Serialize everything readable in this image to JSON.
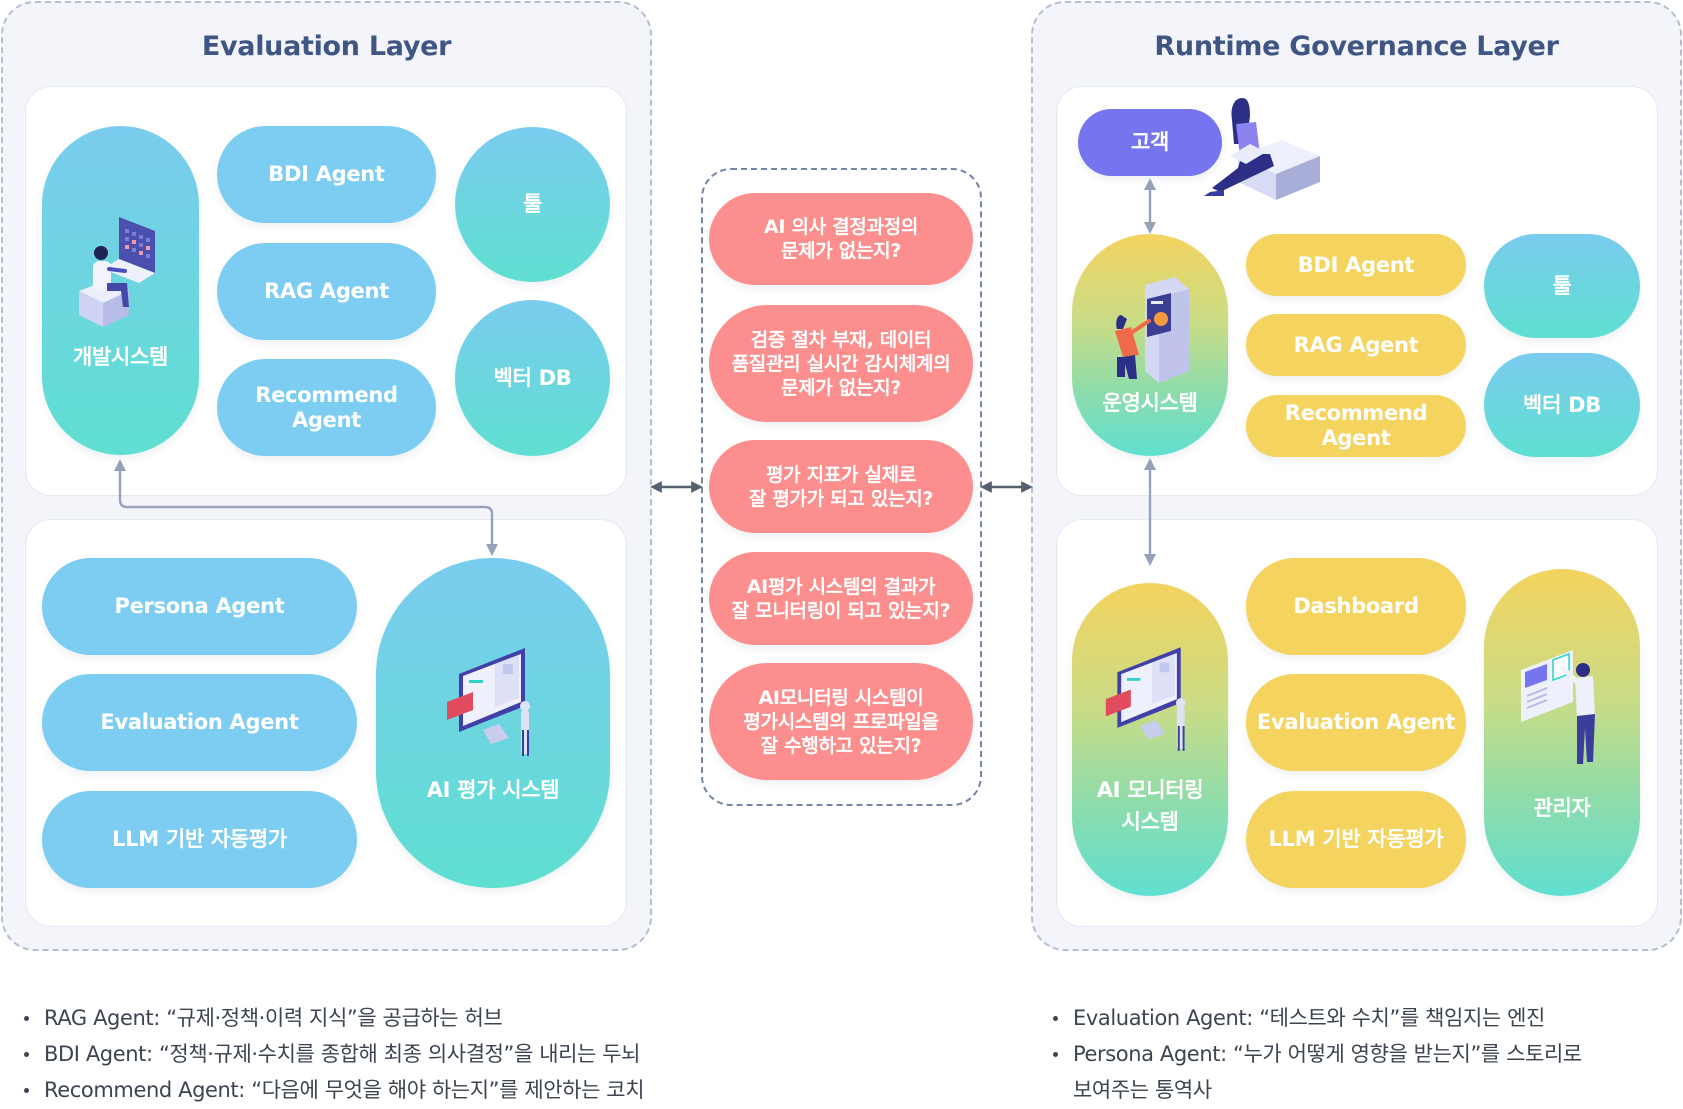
{
  "evaluation_layer": {
    "title": "Evaluation Layer",
    "top_card": {
      "system": {
        "label": "개발시스템",
        "illustration": "developer-at-laptop-illustration"
      },
      "agents": [
        {
          "label": "BDI Agent"
        },
        {
          "label": "RAG Agent"
        },
        {
          "label": "Recommend Agent",
          "lines": [
            "Recommend",
            "Agent"
          ]
        }
      ],
      "resources": [
        {
          "label": "툴"
        },
        {
          "label": "벡터 DB"
        }
      ]
    },
    "bottom_card": {
      "items": [
        {
          "label": "Persona Agent"
        },
        {
          "label": "Evaluation Agent"
        },
        {
          "label": "LLM 기반 자동평가"
        }
      ],
      "system": {
        "label": "AI 평가 시스템",
        "illustration": "monitor-robot-illustration"
      }
    }
  },
  "checkpoints": {
    "items": [
      {
        "lines": [
          "AI 의사 결정과정의",
          "문제가 없는지?"
        ]
      },
      {
        "lines": [
          "검증 절차 부재, 데이터",
          "품질관리 실시간 감시체계의",
          "문제가 없는지?"
        ]
      },
      {
        "lines": [
          "평가 지표가 실제로",
          "잘 평가가 되고 있는지?"
        ]
      },
      {
        "lines": [
          "AI평가 시스템의 결과가",
          "잘 모니터링이 되고 있는지?"
        ]
      },
      {
        "lines": [
          "AI모니터링 시스템이",
          "평가시스템의 프로파일을",
          "잘 수행하고 있는지?"
        ]
      }
    ]
  },
  "runtime_layer": {
    "title": "Runtime Governance Layer",
    "top_card": {
      "customer": {
        "label": "고객",
        "illustration": "woman-with-laptop-illustration"
      },
      "system": {
        "label": "운영시스템",
        "illustration": "kiosk-user-illustration"
      },
      "agents": [
        {
          "label": "BDI Agent"
        },
        {
          "label": "RAG Agent"
        },
        {
          "label": "Recommend Agent",
          "lines": [
            "Recommend",
            "Agent"
          ]
        }
      ],
      "resources": [
        {
          "label": "툴"
        },
        {
          "label": "벡터 DB"
        }
      ]
    },
    "bottom_card": {
      "system": {
        "label": "AI 모니터링 시스템",
        "lines": [
          "AI 모니터링",
          "시스템"
        ],
        "illustration": "monitor-robot-illustration"
      },
      "items": [
        {
          "label": "Dashboard"
        },
        {
          "label": "Evaluation Agent"
        },
        {
          "label": "LLM 기반 자동평가"
        }
      ],
      "admin": {
        "label": "관리자",
        "illustration": "admin-with-board-illustration"
      }
    }
  },
  "notes": {
    "left": [
      "RAG Agent: “규제·정책·이력 지식”을 공급하는 허브",
      "BDI Agent: “정책·규제·수치를 종합해 최종 의사결정”을 내리는 두뇌",
      "Recommend Agent: “다음에 무엇을 해야 하는지”를 제안하는 코치"
    ],
    "right": [
      "Evaluation Agent: “테스트와 수치”를 책임지는 엔진",
      "Persona Agent: “누가 어떻게 영향을 받는지”를 스토리로",
      "보여주는 통역사"
    ]
  },
  "colors": {
    "title": "#3f5583",
    "agent_blue": "#7ccdf1",
    "agent_yellow": "#f4d35e",
    "teal_gradient_end": "#5fdfd1",
    "customer_purple": "#7674ef",
    "checkpoint_coral": "#fc8f8d",
    "connector": "#95a2b8",
    "bidirectional_arrow": "#55606f"
  }
}
